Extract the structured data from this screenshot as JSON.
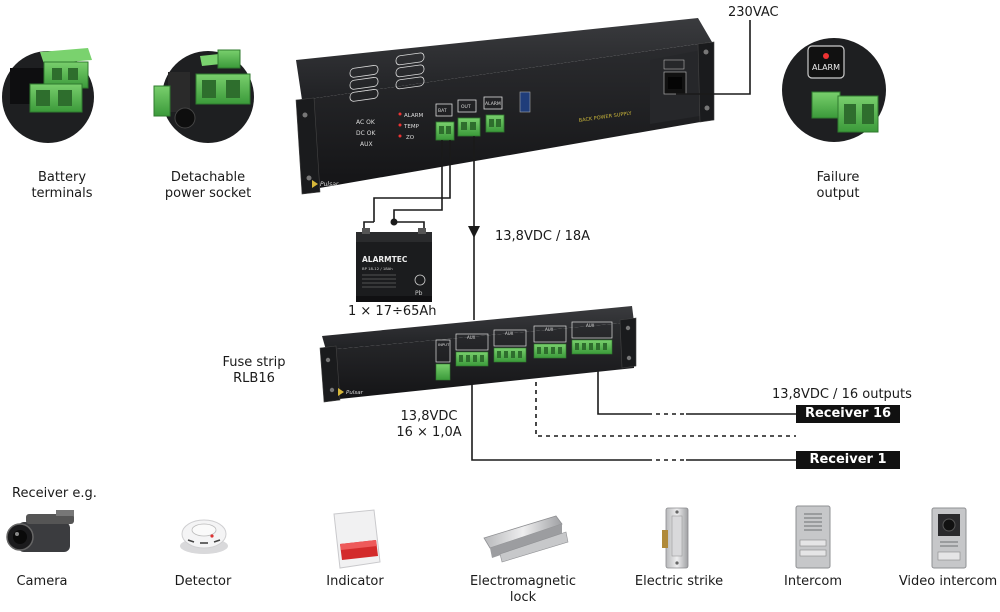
{
  "labels": {
    "battery_terminals": [
      "Battery",
      "terminals"
    ],
    "detachable_socket": [
      "Detachable",
      "power socket"
    ],
    "failure_output": [
      "Failure",
      "output"
    ],
    "mains": "230VAC",
    "main_output": "13,8VDC / 18A",
    "battery_capacity": "1 × 17÷65Ah",
    "fuse_strip": [
      "Fuse strip",
      "RLB16"
    ],
    "strip_output": [
      "13,8VDC",
      "16 × 1,0A"
    ],
    "outputs_count": "13,8VDC / 16 outputs",
    "receiver_16": "Receiver 16",
    "receiver_1": "Receiver 1",
    "receiver_eg": "Receiver e.g."
  },
  "psu": {
    "brand": "Pulsar",
    "indicators_left": [
      "AC OK",
      "DC OK",
      "AUX"
    ],
    "indicators_mid": [
      "ALARM",
      "TEMP",
      "ZO"
    ],
    "terminal_labels": [
      "BAT",
      "OUT",
      "ALARM"
    ],
    "series": "BACK POWER SUPPLY"
  },
  "battery": {
    "brand": "ALARMTEC",
    "model": "BP 18-12 / 18Ah"
  },
  "alarm_inset": "ALARM",
  "fuse_strip_device": {
    "brand": "Pulsar",
    "group_labels": [
      "AUX",
      "AUX",
      "AUX",
      "AUX"
    ],
    "input_label": "INPUT"
  },
  "receivers": [
    {
      "name": "Camera",
      "icon": "camera-icon"
    },
    {
      "name": "Detector",
      "icon": "smoke-detector-icon"
    },
    {
      "name": "Indicator",
      "icon": "siren-icon"
    },
    {
      "name": "Electromagnetic lock",
      "icon": "electromagnetic-lock-icon"
    },
    {
      "name": "Electric strike",
      "icon": "electric-strike-icon"
    },
    {
      "name": "Intercom",
      "icon": "intercom-icon"
    },
    {
      "name": "Video intercom",
      "icon": "video-intercom-icon"
    }
  ],
  "colors": {
    "terminal_green": "#4fae4a",
    "device_body": "#1e1f21",
    "receiver_box": "#111111",
    "siren_red": "#d32b2b"
  }
}
